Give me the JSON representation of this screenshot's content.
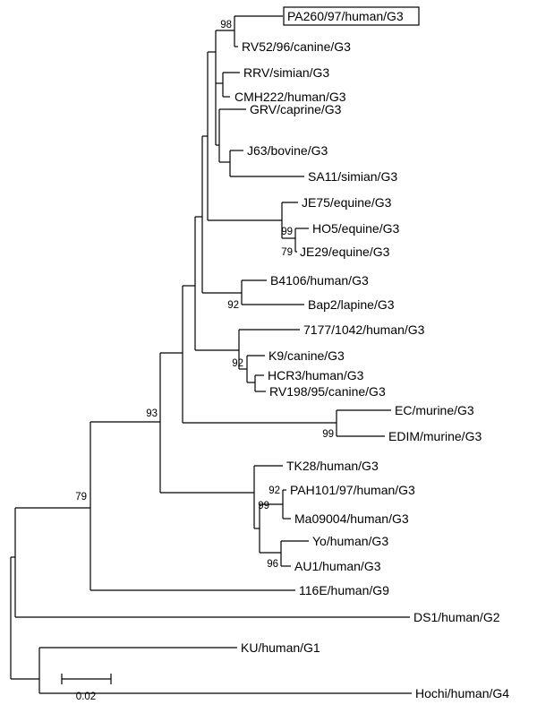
{
  "tree": {
    "highlighted_taxon": "PA260/97/human/G3",
    "taxa": [
      "PA260/97/human/G3",
      "RV52/96/canine/G3",
      "RRV/simian/G3",
      "CMH222/human/G3",
      "GRV/caprine/G3",
      "J63/bovine/G3",
      "SA11/simian/G3",
      "JE75/equine/G3",
      "HO5/equine/G3",
      "JE29/equine/G3",
      "B4106/human/G3",
      "Bap2/lapine/G3",
      "7177/1042/human/G3",
      "K9/canine/G3",
      "HCR3/human/G3",
      "RV198/95/canine/G3",
      "EC/murine/G3",
      "EDIM/murine/G3",
      "TK28/human/G3",
      "PAH101/97/human/G3",
      "Ma09004/human/G3",
      "Yo/human/G3",
      "AU1/human/G3",
      "116E/human/G9",
      "DS1/human/G2",
      "KU/human/G1",
      "Hochi/human/G4"
    ],
    "bootstrap": {
      "pa260_rv52": "98",
      "equine_inner": "79",
      "equine_outer": "99",
      "b4106_bap2": "92",
      "canine_group": "92",
      "murine": "99",
      "pah101_ma09004": "92",
      "yo_au1": "96",
      "human_g3_group": "99",
      "g3_clade": "93",
      "g3_g9": "79"
    },
    "scale_bar": {
      "label": "0.02"
    }
  }
}
